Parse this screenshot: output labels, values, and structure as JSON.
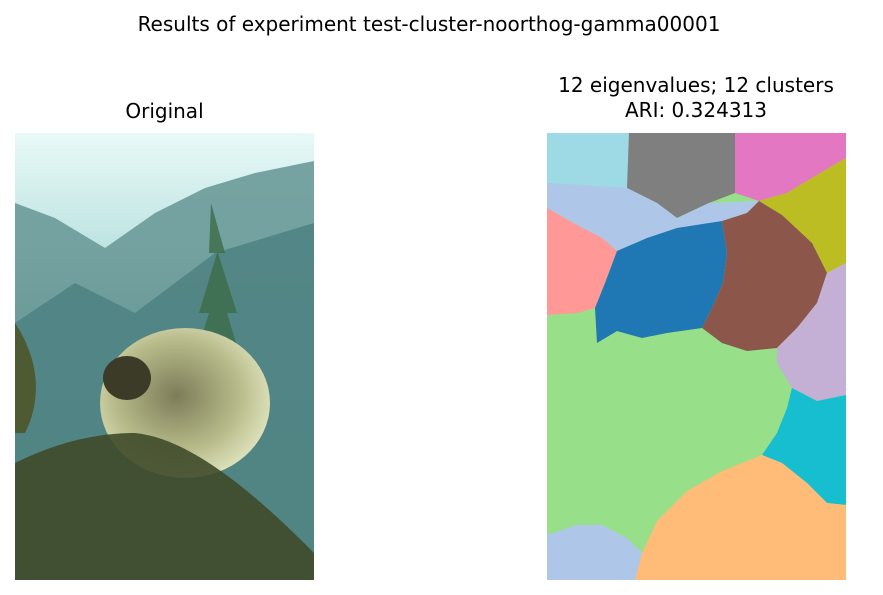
{
  "suptitle": "Results of experiment test-cluster-noorthog-gamma00001",
  "left": {
    "title": "Original"
  },
  "right": {
    "title_line1": "12 eigenvalues; 12 clusters",
    "title_line2": "ARI: 0.324313"
  },
  "colors": {
    "sky": "#e9f9f7",
    "mountain": "#5a8e8e",
    "porcupine": "#b7b98a",
    "branch": "#3f4a2a",
    "tab20": [
      "#1f77b4",
      "#aec7e8",
      "#ffbb78",
      "#98df8a",
      "#ff9896",
      "#8c564b",
      "#c5b0d5",
      "#e377c2",
      "#7f7f7f",
      "#bcbd22",
      "#17becf",
      "#9edae5"
    ]
  }
}
